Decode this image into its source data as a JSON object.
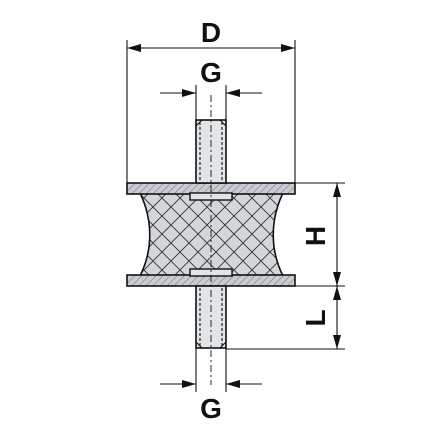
{
  "labels": {
    "diameter": "D",
    "thread_top": "G",
    "thread_bottom": "G",
    "height": "H",
    "length": "L"
  },
  "colors": {
    "ink": "#111111",
    "plate_fill": "#c9cdd2",
    "rubber_fill": "#d3d6da",
    "stud_fill": "#e2e5e8"
  }
}
